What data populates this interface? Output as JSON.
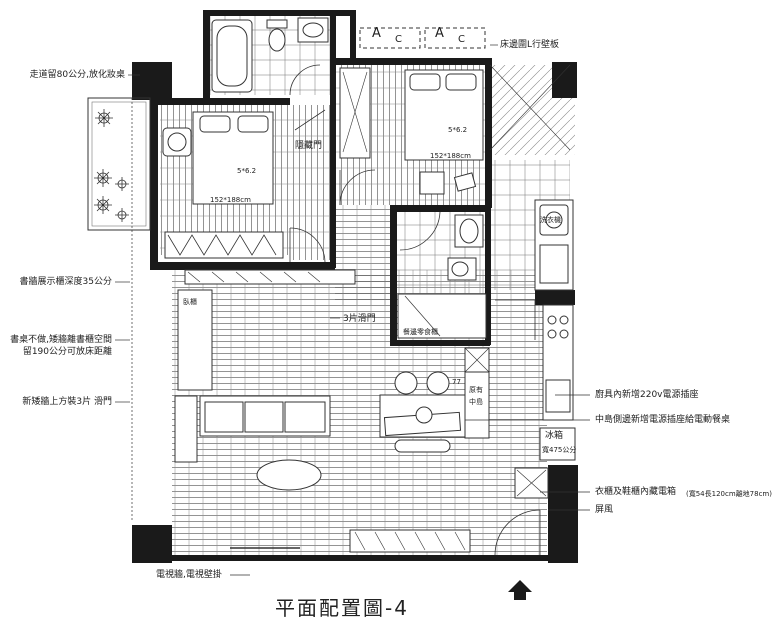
{
  "title": "平面配置圖-4",
  "colors": {
    "wall": "#1a1a1a",
    "line": "#333333",
    "floor": "#555555",
    "tile": "#777777"
  },
  "annotations": {
    "aisle_80": "走道留80公分,放化妝桌",
    "shelf_depth": "書牆展示櫃深度35公分",
    "desk_line1": "書桌不做,矮牆離書櫃空間",
    "desk_line2": "留190公分可放床距離",
    "sliding_door_top": "新矮牆上方裝3片 滑門",
    "tv_wall": "電視牆,電視壁掛",
    "bed_panel": "床邊圍L行壁板",
    "kitchen_220v": "廚具內新增220v電源插座",
    "island_power": "中島側邊新增電源插座給電動餐桌",
    "wardrobe": "衣櫃及鞋櫃內藏電箱",
    "wardrobe_size": "(寬54長120cm離地78cm)",
    "screen": "屏風"
  },
  "rooms": {
    "hidden_door": "隱藏門",
    "bed1_size": "5*6.2",
    "bed1_dim": "152*188cm",
    "bed2_size": "5*6.2",
    "bed2_dim": "152*188cm",
    "ac1": "A",
    "ac1b": "C",
    "ac2": "A",
    "ac2b": "C",
    "washer": "洗衣機",
    "sliding_3": "3片滑門",
    "pantry": "餐邊零食櫃",
    "island_line1": "原有",
    "island_line2": "中島",
    "lying_cabinet": "臥櫃",
    "fridge": "冰箱",
    "fridge_size": "寬475公分",
    "height_77": "77"
  },
  "icons": [
    "tub-icon",
    "toilet-icon",
    "sink-icon",
    "bed-icon",
    "plant-icon",
    "sofa-icon",
    "dining-table-icon",
    "fridge-icon",
    "entry-arrow-icon"
  ]
}
